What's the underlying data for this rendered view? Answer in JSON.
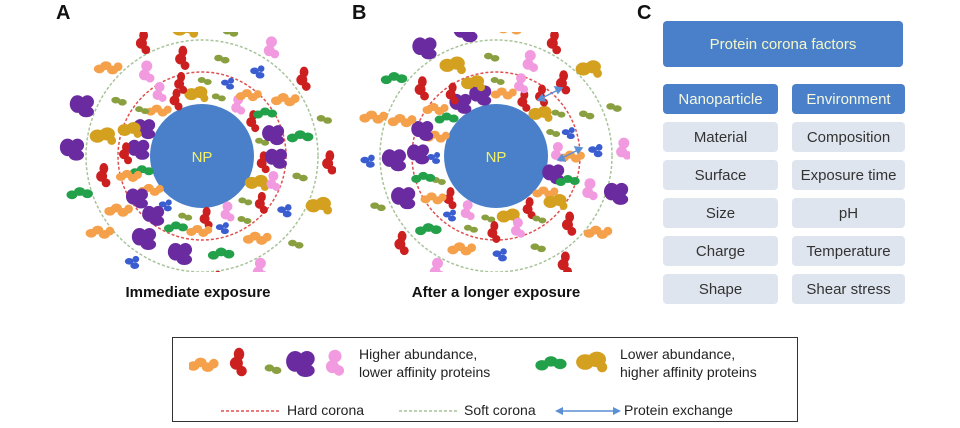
{
  "panels": {
    "a": {
      "letter": "A",
      "caption": "Immediate exposure",
      "core_label": "NP"
    },
    "b": {
      "letter": "B",
      "caption": "After a longer exposure",
      "core_label": "NP"
    },
    "c": {
      "letter": "C"
    }
  },
  "factors": {
    "title": "Protein corona factors",
    "nanoparticle": {
      "header": "Nanoparticle",
      "items": [
        "Material",
        "Surface",
        "Size",
        "Charge",
        "Shape"
      ]
    },
    "environment": {
      "header": "Environment",
      "items": [
        "Composition",
        "Exposure time",
        "pH",
        "Temperature",
        "Shear stress"
      ]
    }
  },
  "legend": {
    "higher_abundance": "Higher abundance, lower affinity proteins",
    "higher_abundance_line1": "Higher abundance,",
    "higher_abundance_line2": "lower affinity proteins",
    "lower_abundance_line1": "Lower abundance,",
    "lower_abundance_line2": "higher affinity proteins",
    "hard_corona": "Hard corona",
    "soft_corona": "Soft corona",
    "protein_exchange": "Protein exchange"
  },
  "colors": {
    "np_core": "#4a80c9",
    "np_label": "#f2f26a",
    "hard_corona": "#e05050",
    "soft_corona": "#a8c49a",
    "exchange_arrow": "#5b8fd6",
    "orange_protein": "#f5a04a",
    "red_protein": "#cc1f1f",
    "olive_protein": "#8aa040",
    "purple_protein": "#6a2aa0",
    "pink_protein": "#f29ae0",
    "green_protein": "#22a04a",
    "gold_protein": "#d4a020",
    "blue_protein": "#3a5ed0"
  }
}
